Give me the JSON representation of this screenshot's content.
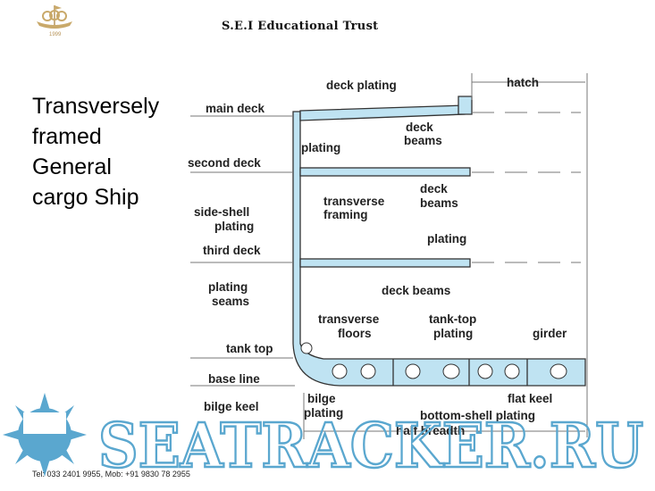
{
  "header": {
    "organization": "S.E.I Educational Trust",
    "logo_year": "1999"
  },
  "slide": {
    "title_lines": [
      "Transversely",
      "framed",
      "General",
      "cargo Ship"
    ]
  },
  "diagram": {
    "labels": {
      "deck_plating": "deck plating",
      "hatch": "hatch",
      "main_deck": "main deck",
      "deck_beams_1a": "deck",
      "deck_beams_1b": "beams",
      "plating_1": "plating",
      "second_deck": "second deck",
      "deck_beams_2a": "deck",
      "deck_beams_2b": "beams",
      "side_shell_a": "side-shell",
      "side_shell_b": "plating",
      "transverse_framing_a": "transverse",
      "transverse_framing_b": "framing",
      "third_deck": "third deck",
      "plating_2": "plating",
      "plating_seams_a": "plating",
      "plating_seams_b": "seams",
      "deck_beams_3": "deck beams",
      "transverse_floors_a": "transverse",
      "transverse_floors_b": "floors",
      "tank_top_plating_a": "tank-top",
      "tank_top_plating_b": "plating",
      "girder": "girder",
      "tank_top": "tank top",
      "base_line": "base line",
      "bilge_keel": "bilge keel",
      "bilge_plating_a": "bilge",
      "bilge_plating_b": "plating",
      "flat_keel": "flat keel",
      "bottom_shell_plating": "bottom-shell plating",
      "half_breadth": "half breadth"
    },
    "colors": {
      "fill": "#bfe3f2",
      "stroke": "#333333"
    }
  },
  "watermark": {
    "text": "SEATRACKER.RU",
    "color": "#5aa7cf"
  },
  "footer": {
    "contact": "Tel: 033 2401 9955, Mob: +91 9830 78 2955"
  }
}
